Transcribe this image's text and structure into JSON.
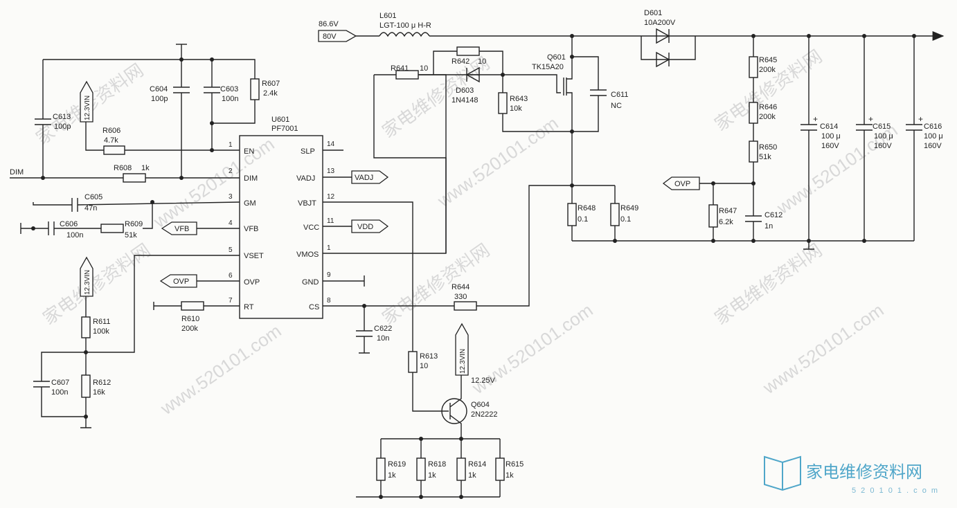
{
  "watermark": {
    "site": "家电维修资料网",
    "url": "www.520101.com",
    "url_sub": "5 2 0 1 0 1 . c o m"
  },
  "net_labels": {
    "dim": "DIM",
    "vin_a": "12.3VIN",
    "vin_b": "12.3VIN",
    "vin_c": "12.3VIN",
    "vfb": "VFB",
    "ovp_left": "OVP",
    "vadj": "VADJ",
    "vdd": "VDD",
    "ovp_right": "OVP",
    "v80": "80V",
    "v86": "86.6V",
    "v1225": "12.25V"
  },
  "ic": {
    "ref": "U601",
    "part": "PF7001",
    "pins_left": [
      {
        "num": "1",
        "name": "EN"
      },
      {
        "num": "2",
        "name": "DIM"
      },
      {
        "num": "3",
        "name": "GM"
      },
      {
        "num": "4",
        "name": "VFB"
      },
      {
        "num": "5",
        "name": "VSET"
      },
      {
        "num": "6",
        "name": "OVP"
      },
      {
        "num": "7",
        "name": "RT"
      }
    ],
    "pins_right": [
      {
        "num": "14",
        "name": "SLP"
      },
      {
        "num": "13",
        "name": "VADJ"
      },
      {
        "num": "12",
        "name": "VBJT"
      },
      {
        "num": "11",
        "name": "VCC"
      },
      {
        "num": "1",
        "name": "VMOS"
      },
      {
        "num": "9",
        "name": "GND"
      },
      {
        "num": "8",
        "name": "CS"
      }
    ]
  },
  "components": {
    "C613": {
      "ref": "C613",
      "value": "100p"
    },
    "C604": {
      "ref": "C604",
      "value": "100p"
    },
    "C603": {
      "ref": "C603",
      "value": "100n"
    },
    "R607": {
      "ref": "R607",
      "value": "2.4k"
    },
    "R606": {
      "ref": "R606",
      "value": "4.7k"
    },
    "R608": {
      "ref": "R608",
      "value": "1k"
    },
    "C605": {
      "ref": "C605",
      "value": "47n"
    },
    "C606": {
      "ref": "C606",
      "value": "100n"
    },
    "R609": {
      "ref": "R609",
      "value": "51k"
    },
    "R611": {
      "ref": "R611",
      "value": "100k"
    },
    "R612": {
      "ref": "R612",
      "value": "16k"
    },
    "C607": {
      "ref": "C607",
      "value": "100n"
    },
    "R610": {
      "ref": "R610",
      "value": "200k"
    },
    "C622": {
      "ref": "C622",
      "value": "10n"
    },
    "R644": {
      "ref": "R644",
      "value": "330"
    },
    "R613": {
      "ref": "R613",
      "value": "10"
    },
    "Q604": {
      "ref": "Q604",
      "value": "2N2222"
    },
    "R619": {
      "ref": "R619",
      "value": "1k"
    },
    "R618": {
      "ref": "R618",
      "value": "1k"
    },
    "R614": {
      "ref": "R614",
      "value": "1k"
    },
    "R615": {
      "ref": "R615",
      "value": "1k"
    },
    "L601": {
      "ref": "L601",
      "value": "LGT-100 μ H-R"
    },
    "R641": {
      "ref": "R641",
      "value": "10"
    },
    "R642": {
      "ref": "R642",
      "value": "10"
    },
    "D603": {
      "ref": "D603",
      "value": "1N4148"
    },
    "R643": {
      "ref": "R643",
      "value": "10k"
    },
    "Q601": {
      "ref": "Q601",
      "value": "TK15A20"
    },
    "C611": {
      "ref": "C611",
      "value": "NC"
    },
    "D601": {
      "ref": "D601",
      "value": "10A200V"
    },
    "R645": {
      "ref": "R645",
      "value": "200k"
    },
    "R646": {
      "ref": "R646",
      "value": "200k"
    },
    "R650": {
      "ref": "R650",
      "value": "51k"
    },
    "R647": {
      "ref": "R647",
      "value": "6.2k"
    },
    "C612": {
      "ref": "C612",
      "value": "1n"
    },
    "R648": {
      "ref": "R648",
      "value": "0.1"
    },
    "R649": {
      "ref": "R649",
      "value": "0.1"
    },
    "C614": {
      "ref": "C614",
      "value": "100 μ",
      "rating": "160V"
    },
    "C615": {
      "ref": "C615",
      "value": "100 μ",
      "rating": "160V"
    },
    "C616": {
      "ref": "C616",
      "value": "100 μ",
      "rating": "160V"
    }
  }
}
